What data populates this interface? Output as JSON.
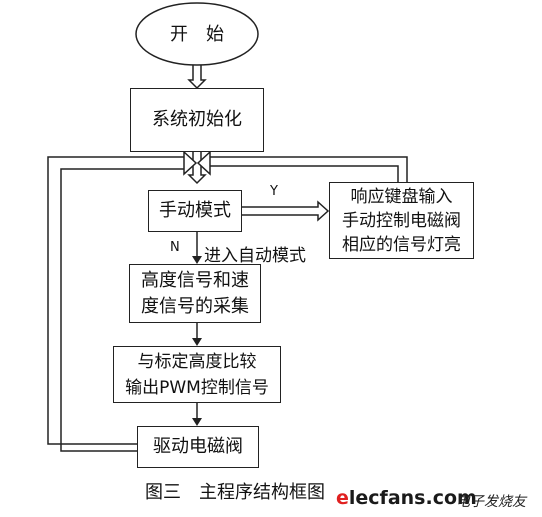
{
  "nodes": {
    "start": "开　始",
    "init": "系统初始化",
    "manual": "手动模式",
    "keyboard_lines": [
      "响应键盘输入",
      "手动控制电磁阀",
      "相应的信号灯亮"
    ],
    "sample_lines": [
      "高度信号和速",
      "度信号的采集"
    ],
    "compare_lines": [
      "与标定高度比较",
      "输出PWM控制信号"
    ],
    "drive": "驱动电磁阀"
  },
  "labels": {
    "yes": "Y",
    "no": "N",
    "auto": "进入自动模式"
  },
  "caption": "图三　主程序结构框图",
  "watermark": {
    "site": "elecfans.com",
    "cn": "电子发烧友",
    "colors": {
      "e": "#e02020",
      "dark": "#1a1a1a"
    }
  }
}
